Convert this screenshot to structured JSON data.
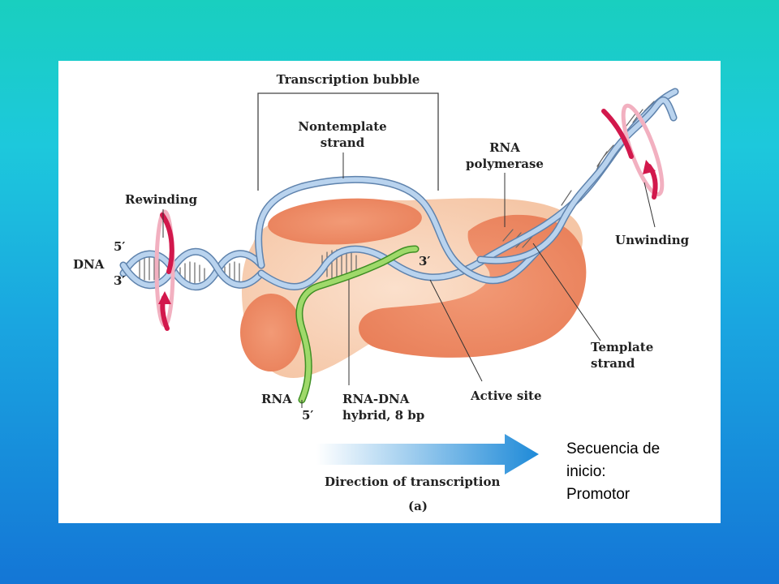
{
  "labels": {
    "transcription_bubble": "Transcription bubble",
    "nontemplate_strand_line1": "Nontemplate",
    "nontemplate_strand_line2": "strand",
    "rna_polymerase_line1": "RNA",
    "rna_polymerase_line2": "polymerase",
    "rewinding": "Rewinding",
    "unwinding": "Unwinding",
    "dna": "DNA",
    "five_prime_top": "5′",
    "three_prime_bottom": "3′",
    "three_prime_active": "3′",
    "template_strand_line1": "Template",
    "template_strand_line2": "strand",
    "rna": "RNA",
    "rna_five_prime": "5′",
    "rna_dna_hybrid_line1": "RNA-DNA",
    "rna_dna_hybrid_line2": "hybrid, 8 bp",
    "active_site": "Active site",
    "direction_of_transcription": "Direction of transcription",
    "panel_label": "(a)"
  },
  "side_note": {
    "line1": "Secuencia de",
    "line2": "inicio:",
    "line3": "Promotor"
  },
  "colors": {
    "polymerase_light": "#f8d2b8",
    "polymerase_dark": "#ee8a63",
    "dna_strand": "#b9d3ee",
    "dna_strand_edge": "#5f83ad",
    "rna_strand": "#8fce5a",
    "rotation_arrow": "#d2184c",
    "direction_arrow": "#1e8ad8"
  }
}
